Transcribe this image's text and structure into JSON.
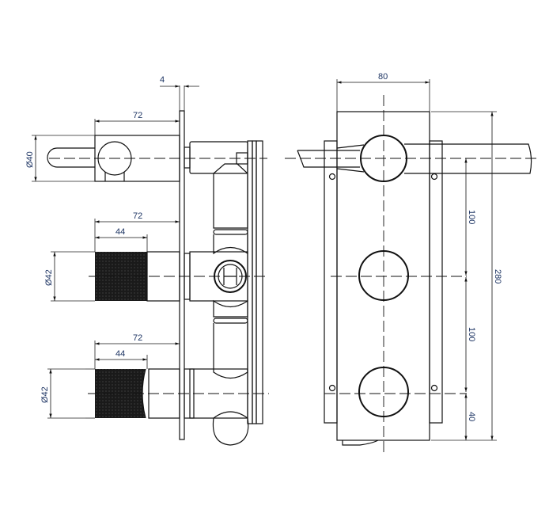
{
  "side_view": {
    "plate_thickness": "4",
    "top_handle": {
      "projection": "72",
      "diameter": "Ø40"
    },
    "middle_handle": {
      "projection": "72",
      "knurl_length": "44",
      "diameter": "Ø42"
    },
    "bottom_handle": {
      "projection": "72",
      "knurl_length": "44",
      "diameter": "Ø42"
    }
  },
  "front_view": {
    "plate_width": "80",
    "spacing_top": "100",
    "spacing_middle": "100",
    "bottom_offset": "40",
    "plate_height": "280"
  },
  "colors": {
    "line": "#111111",
    "dimension_text": "#1d3463"
  }
}
